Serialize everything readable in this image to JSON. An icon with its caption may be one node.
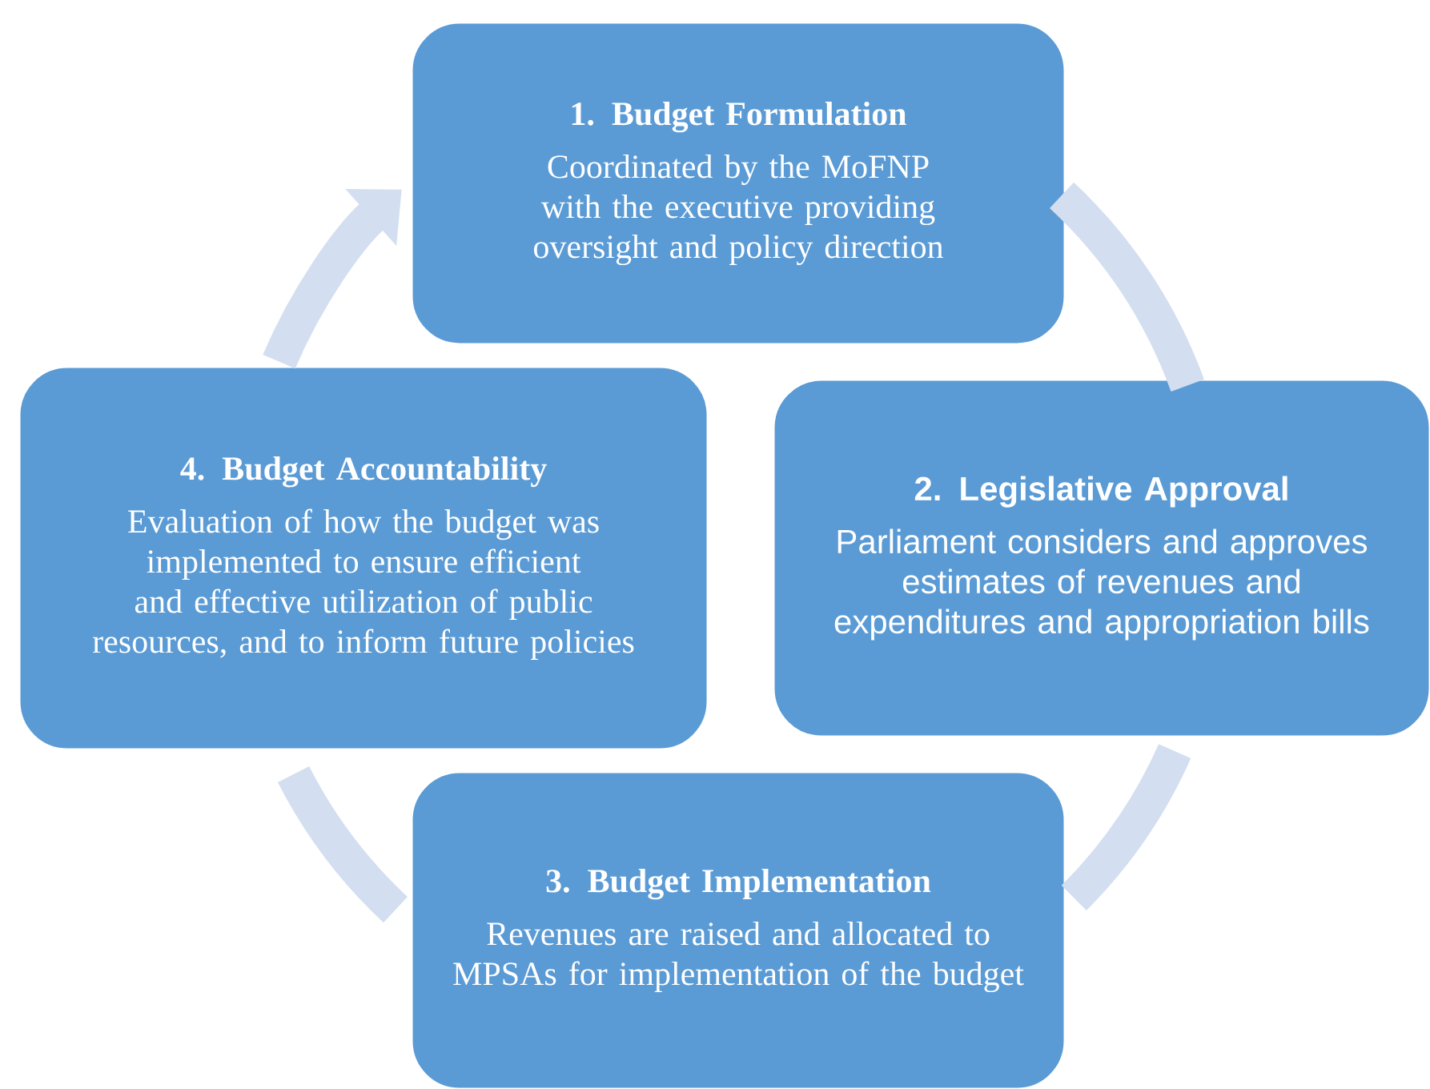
{
  "diagram": {
    "nodes": [
      {
        "text": [
          "1. Budget Formulation",
          "Coordinated by the MoFNP with the executive providing oversight and policy direction"
        ]
      },
      {
        "text": [
          "2. Legislative Approval",
          "Parliament considers and approves estimates of revenues and expenditures and appropriation bills"
        ]
      },
      {
        "text": [
          "3. Budget Implementation",
          "Revenues are raised and allocated to MPSAs for implementation of the budget"
        ]
      },
      {
        "text": [
          "4. Budget Accountability",
          "Evaluation of how the budget was implemented to ensure efficient and effective utilization of public resources, and to inform future policies"
        ]
      }
    ],
    "edges": [
      {
        "from": 0,
        "to": 1,
        "arrow": "none"
      },
      {
        "from": 1,
        "to": 2,
        "arrow": "none"
      },
      {
        "from": 2,
        "to": 3,
        "arrow": "none"
      },
      {
        "from": 3,
        "to": 0,
        "arrow": "to"
      }
    ]
  }
}
